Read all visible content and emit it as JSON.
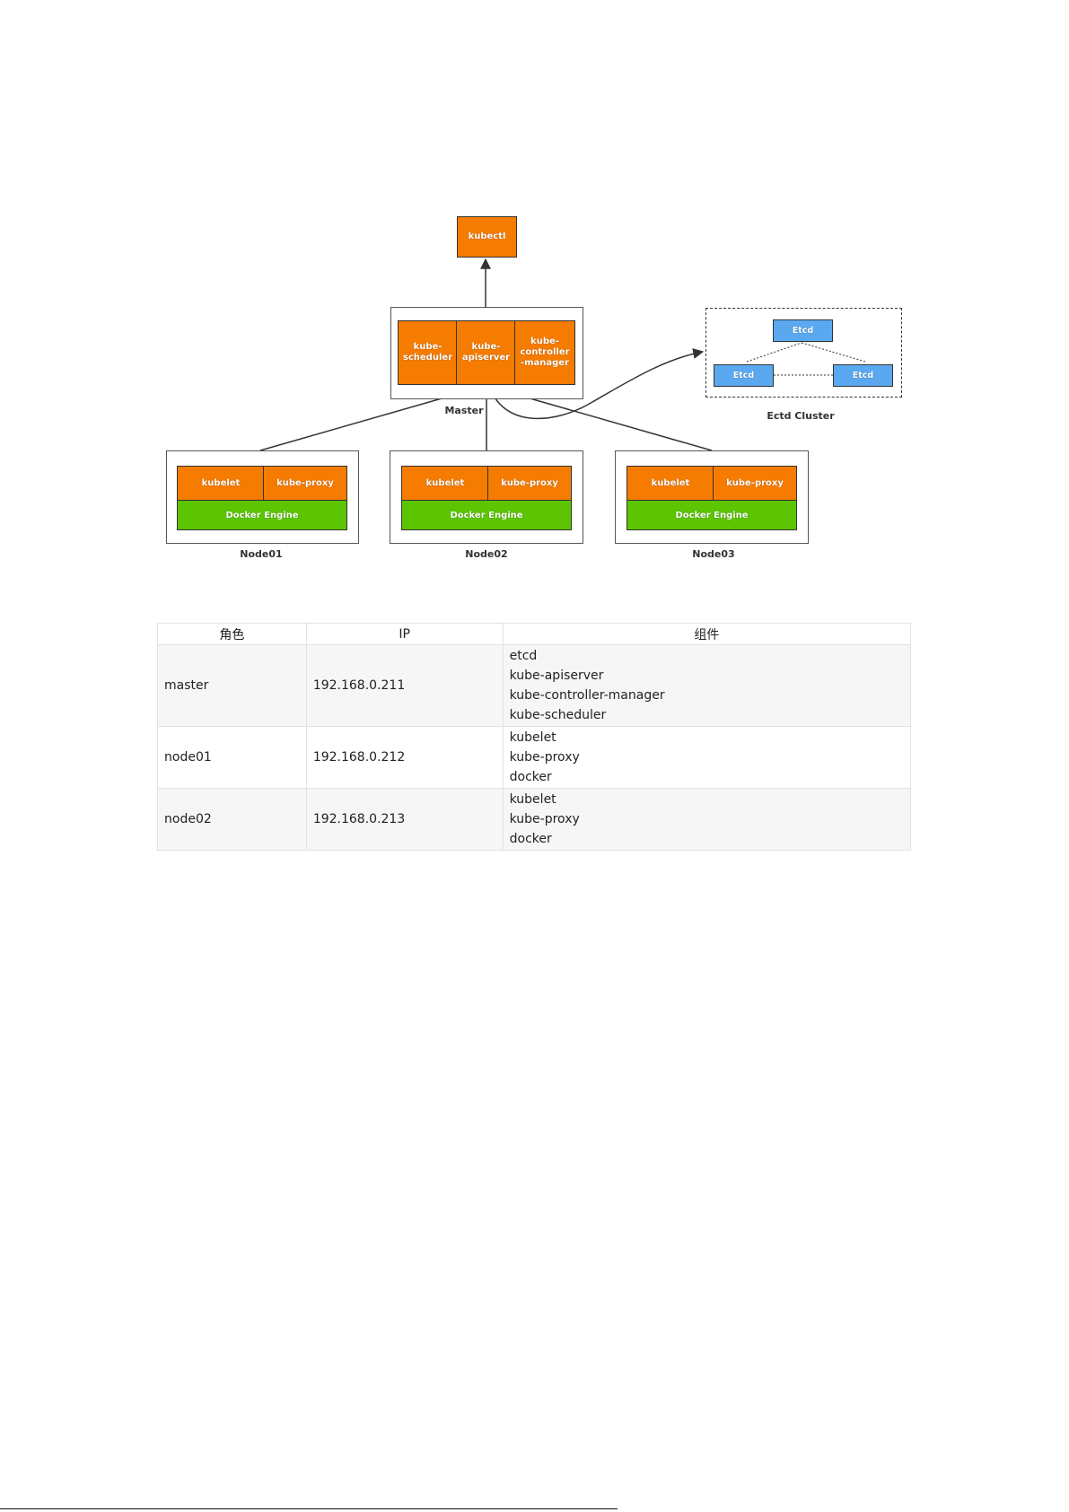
{
  "diagram": {
    "kubectl": "kubectl",
    "master": {
      "scheduler": "kube-\nscheduler",
      "apiserver": "kube-\napiserver",
      "controller": "kube-\ncontroller\n-manager",
      "label": "Master"
    },
    "etcd_cluster": {
      "nodes": [
        "Etcd",
        "Etcd",
        "Etcd"
      ],
      "label": "Ectd Cluster"
    },
    "nodes": [
      {
        "kubelet": "kubelet",
        "proxy": "kube-proxy",
        "engine": "Docker Engine",
        "label": "Node01"
      },
      {
        "kubelet": "kubelet",
        "proxy": "kube-proxy",
        "engine": "Docker Engine",
        "label": "Node02"
      },
      {
        "kubelet": "kubelet",
        "proxy": "kube-proxy",
        "engine": "Docker Engine",
        "label": "Node03"
      }
    ],
    "colors": {
      "component": "#f57c00",
      "engine": "#5cc400",
      "etcd": "#5aa8f0"
    }
  },
  "table": {
    "headers": [
      "角色",
      "IP",
      "组件"
    ],
    "rows": [
      {
        "role": "master",
        "ip": "192.168.0.211",
        "components": [
          "etcd",
          "kube-apiserver",
          "kube-controller-manager",
          "kube-scheduler"
        ]
      },
      {
        "role": "node01",
        "ip": "192.168.0.212",
        "components": [
          "kubelet",
          "kube-proxy",
          "docker"
        ]
      },
      {
        "role": "node02",
        "ip": "192.168.0.213",
        "components": [
          "kubelet",
          "kube-proxy",
          "docker"
        ]
      }
    ]
  }
}
